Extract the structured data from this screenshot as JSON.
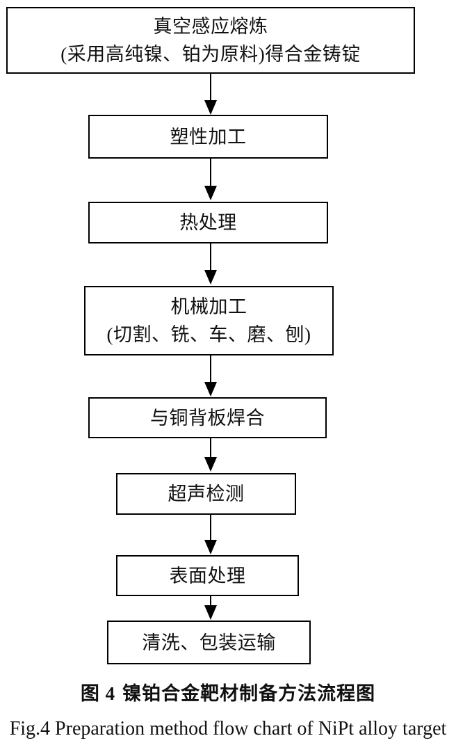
{
  "figure": {
    "title_cn": "图 4  镍铂合金靶材制备方法流程图",
    "caption_cn_label": "图 4",
    "caption_cn_text": "镍铂合金靶材制备方法流程图",
    "caption_en": "Fig.4 Preparation method flow chart of NiPt alloy target",
    "stroke_color": "#000000",
    "fill_color": "#ffffff",
    "text_color": "#111111"
  },
  "flow": {
    "nodes": [
      {
        "id": "vacuum-induction-melting",
        "line1": "真空感应熔炼",
        "line2": "(采用高纯镍、铂为原料)得合金铸锭"
      },
      {
        "id": "plastic-working",
        "line1": "塑性加工",
        "line2": ""
      },
      {
        "id": "heat-treatment",
        "line1": "热处理",
        "line2": ""
      },
      {
        "id": "machining",
        "line1": "机械加工",
        "line2": "(切割、铣、车、磨、刨)"
      },
      {
        "id": "copper-backplate-welding",
        "line1": "与铜背板焊合",
        "line2": ""
      },
      {
        "id": "ultrasonic-inspection",
        "line1": "超声检测",
        "line2": ""
      },
      {
        "id": "surface-treatment",
        "line1": "表面处理",
        "line2": ""
      },
      {
        "id": "cleaning-packaging-shipping",
        "line1": "清洗、包装运输",
        "line2": ""
      }
    ],
    "connectors": [
      {
        "from": "vacuum-induction-melting",
        "to": "plastic-working"
      },
      {
        "from": "plastic-working",
        "to": "heat-treatment"
      },
      {
        "from": "heat-treatment",
        "to": "machining"
      },
      {
        "from": "machining",
        "to": "copper-backplate-welding"
      },
      {
        "from": "copper-backplate-welding",
        "to": "ultrasonic-inspection"
      },
      {
        "from": "ultrasonic-inspection",
        "to": "surface-treatment"
      },
      {
        "from": "surface-treatment",
        "to": "cleaning-packaging-shipping"
      }
    ]
  }
}
